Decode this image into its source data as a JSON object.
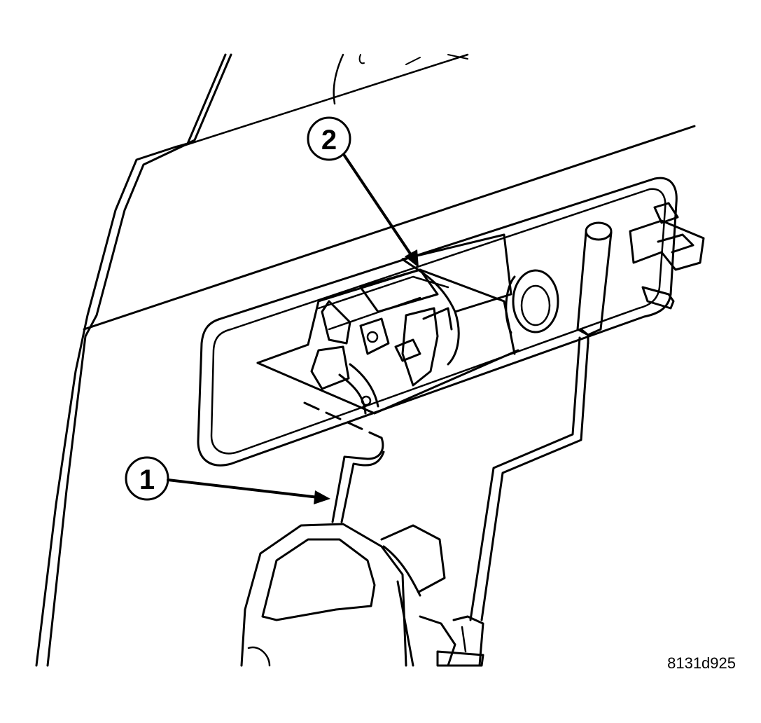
{
  "callouts": [
    {
      "label": "1",
      "part": "rod"
    },
    {
      "label": "2",
      "part": "latch-mechanism"
    }
  ],
  "figure_id": "8131d925",
  "colors": {
    "ink": "#000000",
    "background": "#ffffff"
  }
}
